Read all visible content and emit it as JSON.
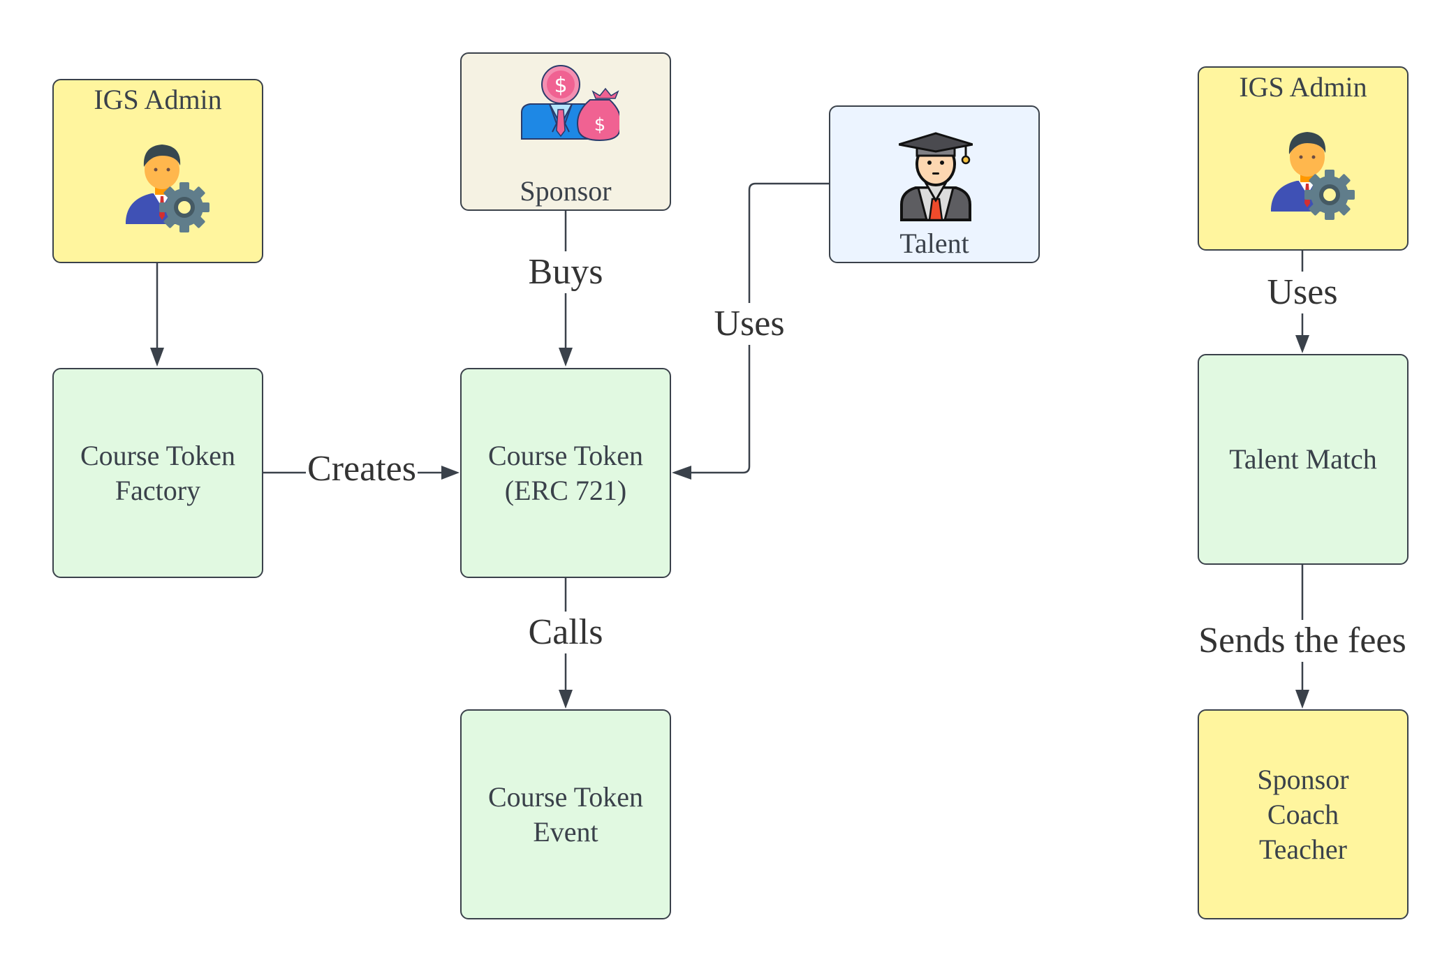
{
  "diagram": {
    "nodes": {
      "igs_admin_left": {
        "label": "IGS Admin",
        "icon": "admin-gear-icon",
        "fill": "#fff59e"
      },
      "sponsor": {
        "label": "Sponsor",
        "icon": "sponsor-money-icon",
        "fill": "#f5f2e3"
      },
      "talent": {
        "label": "Talent",
        "icon": "graduate-icon",
        "fill": "#ecf4ff"
      },
      "igs_admin_right": {
        "label": "IGS Admin",
        "icon": "admin-gear-icon",
        "fill": "#fff59e"
      },
      "course_token_factory": {
        "label": "Course Token\nFactory",
        "fill": "#e1f9e1"
      },
      "course_token": {
        "label": "Course Token\n(ERC 721)",
        "fill": "#e1f9e1"
      },
      "course_token_event": {
        "label": "Course Token\nEvent",
        "fill": "#e1f9e1"
      },
      "talent_match": {
        "label": "Talent Match",
        "fill": "#e1f9e1"
      },
      "fee_recipients": {
        "label": "Sponsor\nCoach\nTeacher",
        "fill": "#fff59e"
      }
    },
    "edges": [
      {
        "from": "igs_admin_left",
        "to": "course_token_factory",
        "label": ""
      },
      {
        "from": "course_token_factory",
        "to": "course_token",
        "label": "Creates"
      },
      {
        "from": "sponsor",
        "to": "course_token",
        "label": "Buys"
      },
      {
        "from": "talent",
        "to": "course_token",
        "label": "Uses"
      },
      {
        "from": "course_token",
        "to": "course_token_event",
        "label": "Calls"
      },
      {
        "from": "igs_admin_right",
        "to": "talent_match",
        "label": "Uses"
      },
      {
        "from": "talent_match",
        "to": "fee_recipients",
        "label": "Sends the fees"
      }
    ],
    "line_color": "#3a414a"
  }
}
